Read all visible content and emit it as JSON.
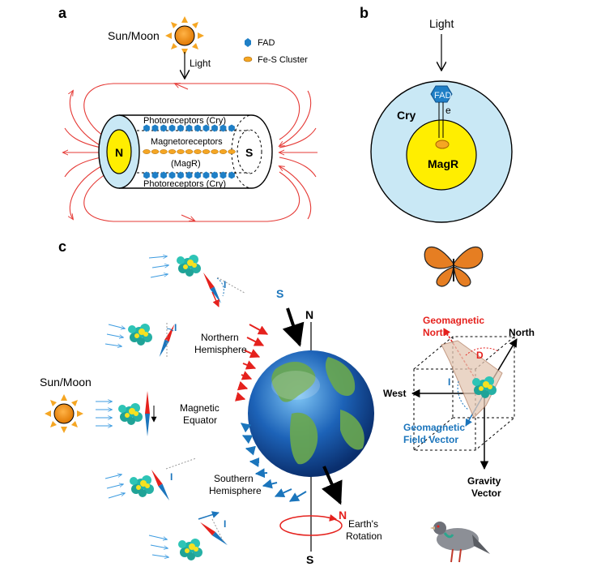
{
  "panel_a": {
    "panel_label": "a",
    "sun_label": "Sun/Moon",
    "light_label": "Light",
    "legend": [
      {
        "label": "FAD",
        "icon": "fad-hexagon-icon",
        "color": "#1f7fc6"
      },
      {
        "label": "Fe-S Cluster",
        "icon": "fe-s-cluster-icon",
        "color": "#f5a623"
      }
    ],
    "photoreceptors_top": "Photoreceptors (Cry)",
    "magnetoreceptors": "Magnetoreceptors",
    "magr": "(MagR)",
    "photoreceptors_bottom": "Photoreceptors (Cry)",
    "north_pole": "N",
    "south_pole": "S"
  },
  "panel_b": {
    "panel_label": "b",
    "light_label": "Light",
    "fad_label": "FAD",
    "electron_label": "e",
    "cry_label": "Cry",
    "magr_label": "MagR"
  },
  "panel_c": {
    "panel_label": "c",
    "sun_label": "Sun/Moon",
    "inclination_label": "I",
    "northern_hemisphere": [
      "Northern",
      "Hemisphere"
    ],
    "magnetic_equator": [
      "Magnetic",
      "Equator"
    ],
    "southern_hemisphere": [
      "Southern",
      "Hemisphere"
    ],
    "geographic_north": "N",
    "geographic_south": "S",
    "magnetic_s": "S",
    "magnetic_n": "N",
    "earth_rotation": [
      "Earth's",
      "Rotation"
    ],
    "geomagnetic_north": [
      "Geomagnetic",
      "North"
    ],
    "north": "North",
    "west": "West",
    "declination": "D",
    "geomagnetic_field_vector": [
      "Geomagnetic",
      "Field Vector"
    ],
    "gravity_vector": [
      "Gravity",
      "Vector"
    ]
  },
  "colors": {
    "field_line": "#e53935",
    "cry_fill": "#c9e8f5",
    "magr_fill": "#ffee00",
    "fad_blue": "#1f7fc6",
    "sun_orange": "#f08c00",
    "arrow_red": "#e5211d",
    "arrow_blue": "#1b75bc",
    "geomagnetic_red": "#e5211d",
    "field_vector_blue": "#1b75bc"
  }
}
